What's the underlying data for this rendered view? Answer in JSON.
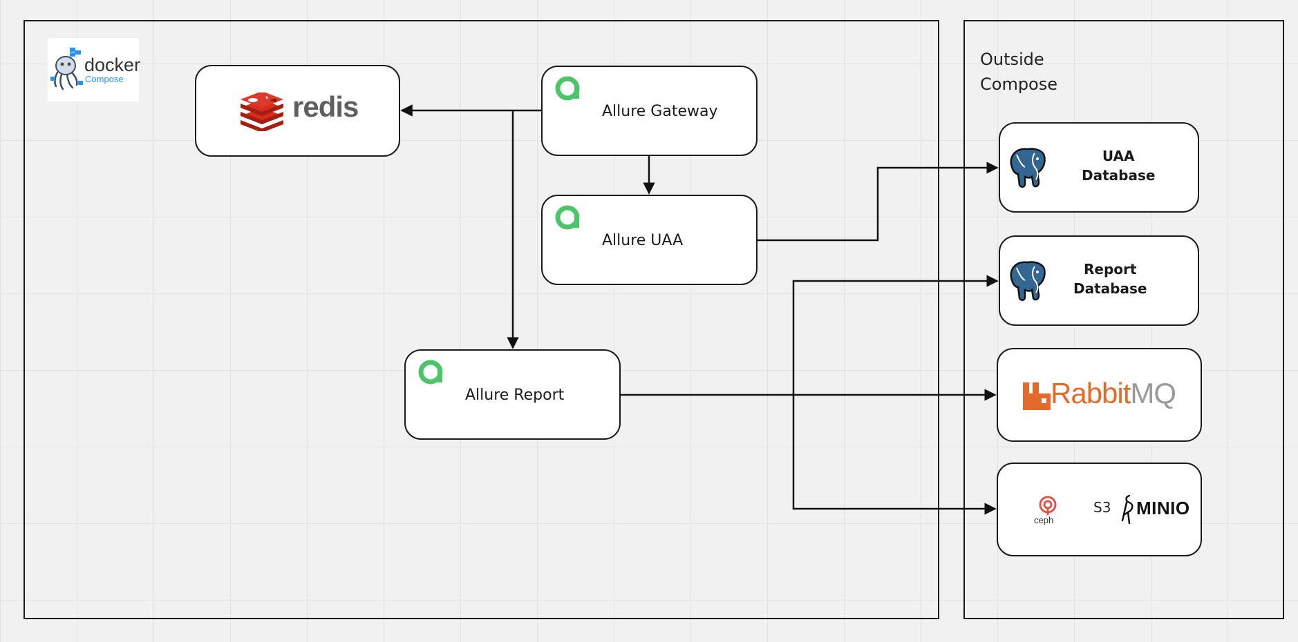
{
  "compose": {
    "logo": {
      "name": "docker-compose-logo",
      "word": "docker",
      "sub": "Compose"
    }
  },
  "outside": {
    "label_line1": "Outside",
    "label_line2": "Compose"
  },
  "services": {
    "redis": {
      "word": "redis"
    },
    "gateway": {
      "label": "Allure Gateway"
    },
    "uaa": {
      "label": "Allure UAA"
    },
    "report": {
      "label": "Allure Report"
    }
  },
  "external": {
    "uaa_db": {
      "line1": "UAA",
      "line2": "Database"
    },
    "report_db": {
      "line1": "Report",
      "line2": "Database"
    },
    "rabbitmq": {
      "word_rabbit": "Rabbit",
      "word_mq": "MQ"
    },
    "storage": {
      "ceph": "ceph",
      "s3": "S3",
      "minio": "MINIO"
    }
  },
  "icons": {
    "allure": "allure-logo-icon",
    "postgres": "postgresql-elephant-icon",
    "redis": "redis-stack-icon",
    "rabbitmq": "rabbitmq-icon",
    "ceph": "ceph-icon",
    "minio": "minio-bird-icon",
    "docker": "docker-octopus-icon"
  },
  "colors": {
    "allure_green": "#4cc469",
    "redis_red": "#c6302b",
    "postgres_blue": "#336791",
    "rabbit_orange": "#e46a2b",
    "ceph_red": "#e0544b",
    "docker_blue": "#2496ed"
  }
}
